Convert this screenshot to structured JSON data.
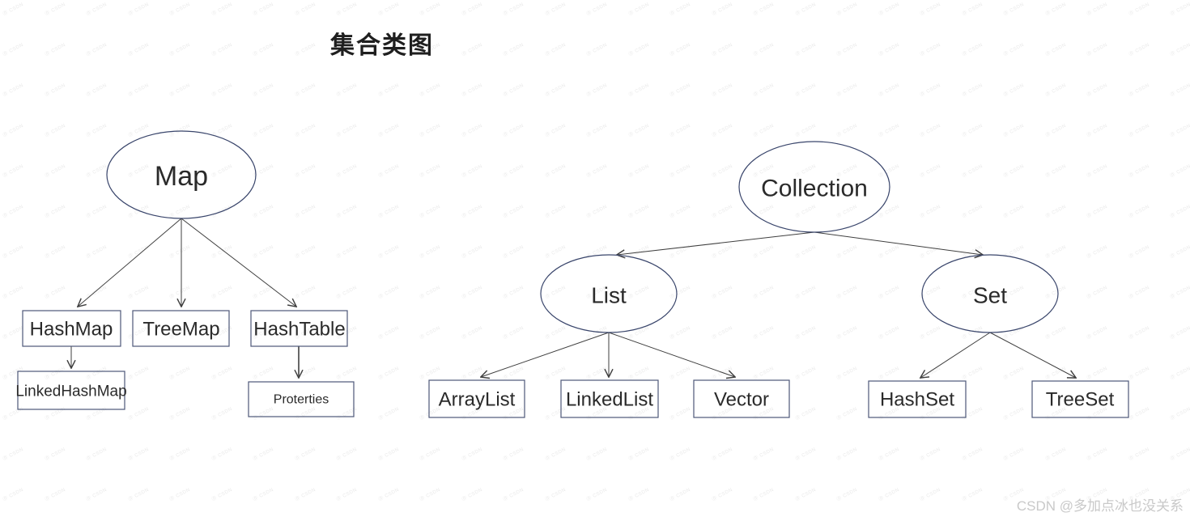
{
  "title": "集合类图",
  "watermark": {
    "tile_icon": "Ⓓ",
    "tile_text": "CSDN",
    "credit": "CSDN @多加点冰也没关系"
  },
  "colors": {
    "ellipse_border": "#39456b",
    "box_border": "#4d5878",
    "line": "#3f3f3f",
    "text": "#2a2a2a",
    "watermark": "#e9e9e9",
    "credit_text": "#c9c9c9"
  },
  "nodes": {
    "map": "Map",
    "hashmap": "HashMap",
    "treemap": "TreeMap",
    "hashtable": "HashTable",
    "linkedhashmap": "LinkedHashMap",
    "proterties": "Proterties",
    "collection": "Collection",
    "list": "List",
    "set": "Set",
    "arraylist": "ArrayList",
    "linkedlist": "LinkedList",
    "vector": "Vector",
    "hashset": "HashSet",
    "treeset": "TreeSet"
  },
  "edges": [
    {
      "from": "Map",
      "to": "HashMap"
    },
    {
      "from": "Map",
      "to": "TreeMap"
    },
    {
      "from": "Map",
      "to": "HashTable"
    },
    {
      "from": "HashMap",
      "to": "LinkedHashMap"
    },
    {
      "from": "HashTable",
      "to": "Proterties"
    },
    {
      "from": "Collection",
      "to": "List"
    },
    {
      "from": "Collection",
      "to": "Set"
    },
    {
      "from": "List",
      "to": "ArrayList"
    },
    {
      "from": "List",
      "to": "LinkedList"
    },
    {
      "from": "List",
      "to": "Vector"
    },
    {
      "from": "Set",
      "to": "HashSet"
    },
    {
      "from": "Set",
      "to": "TreeSet"
    }
  ]
}
